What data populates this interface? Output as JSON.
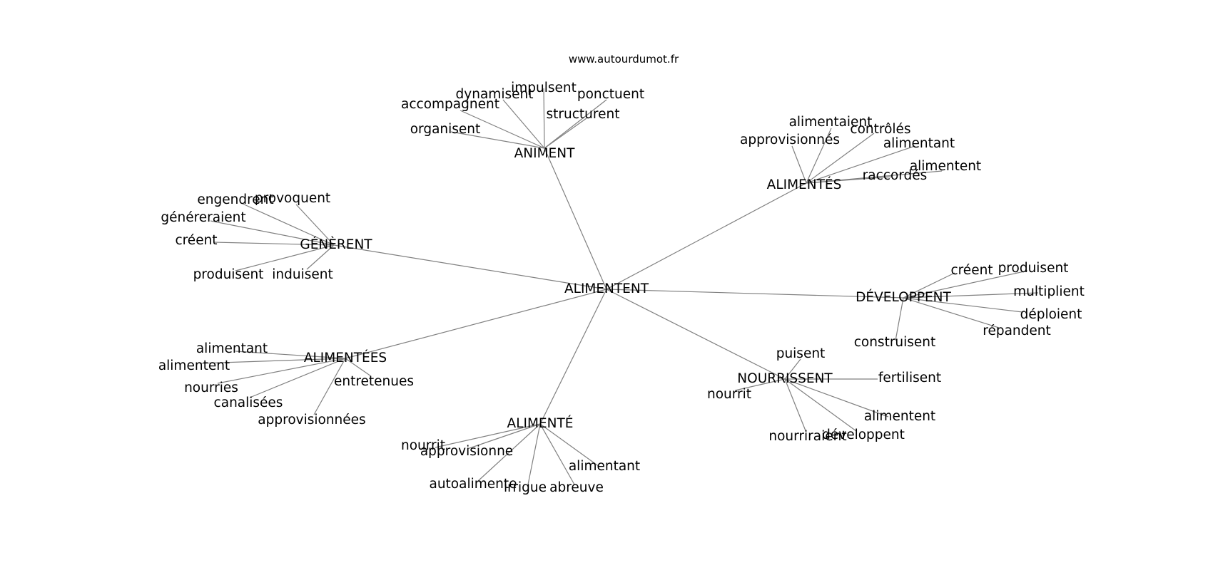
{
  "watermark": "www.autourdumot.fr",
  "graph": {
    "center": "ALIMENTENT",
    "hubs": [
      {
        "id": "animent",
        "label": "ANIMENT",
        "leaves": [
          "impulsent",
          "dynamisent",
          "ponctuent",
          "accompagnent",
          "structurent",
          "organisent"
        ]
      },
      {
        "id": "alimentes",
        "label": "ALIMENTÉS",
        "leaves": [
          "alimentaient",
          "contrôlés",
          "approvisionnés",
          "alimentant",
          "alimentent",
          "raccordés"
        ]
      },
      {
        "id": "generent",
        "label": "GÉNÈRENT",
        "leaves": [
          "provoquent",
          "engendrent",
          "généreraient",
          "créent",
          "produisent",
          "induisent"
        ]
      },
      {
        "id": "developpent",
        "label": "DÉVELOPPENT",
        "leaves": [
          "créent",
          "produisent",
          "multiplient",
          "déploient",
          "répandent",
          "construisent"
        ]
      },
      {
        "id": "alimentees",
        "label": "ALIMENTÉES",
        "leaves": [
          "alimentant",
          "alimentent",
          "entretenues",
          "nourries",
          "canalisées",
          "approvisionnées"
        ]
      },
      {
        "id": "nourrissent",
        "label": "NOURRISSENT",
        "leaves": [
          "puisent",
          "fertilisent",
          "nourrit",
          "alimentent",
          "développent",
          "nourriraient"
        ]
      },
      {
        "id": "alimente",
        "label": "ALIMENTÉ",
        "leaves": [
          "nourrit",
          "approvisionne",
          "alimentant",
          "autoalimente",
          "irrigue",
          "abreuve"
        ]
      }
    ]
  }
}
